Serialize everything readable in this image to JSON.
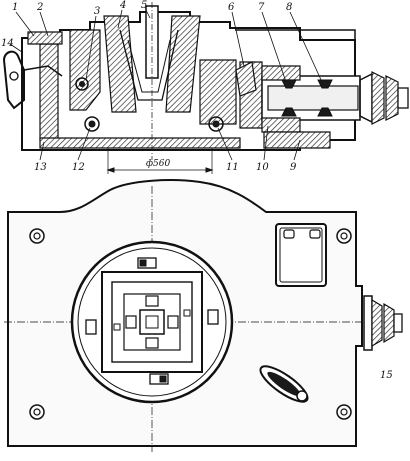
{
  "colors": {
    "ink": "#111111",
    "paper": "#ffffff",
    "hatch": "#222222"
  },
  "section_view": {
    "callouts": [
      {
        "id": "1",
        "label": "1"
      },
      {
        "id": "2",
        "label": "2"
      },
      {
        "id": "3",
        "label": "3"
      },
      {
        "id": "4",
        "label": "4"
      },
      {
        "id": "5",
        "label": "5"
      },
      {
        "id": "6",
        "label": "6"
      },
      {
        "id": "7",
        "label": "7"
      },
      {
        "id": "8",
        "label": "8"
      },
      {
        "id": "9",
        "label": "9"
      },
      {
        "id": "10",
        "label": "10"
      },
      {
        "id": "11",
        "label": "11"
      },
      {
        "id": "12",
        "label": "12"
      },
      {
        "id": "13",
        "label": "13"
      },
      {
        "id": "14",
        "label": "14"
      }
    ],
    "dimension": "ф560"
  },
  "plan_view": {
    "callouts": [
      {
        "id": "15",
        "label": "15"
      }
    ]
  }
}
